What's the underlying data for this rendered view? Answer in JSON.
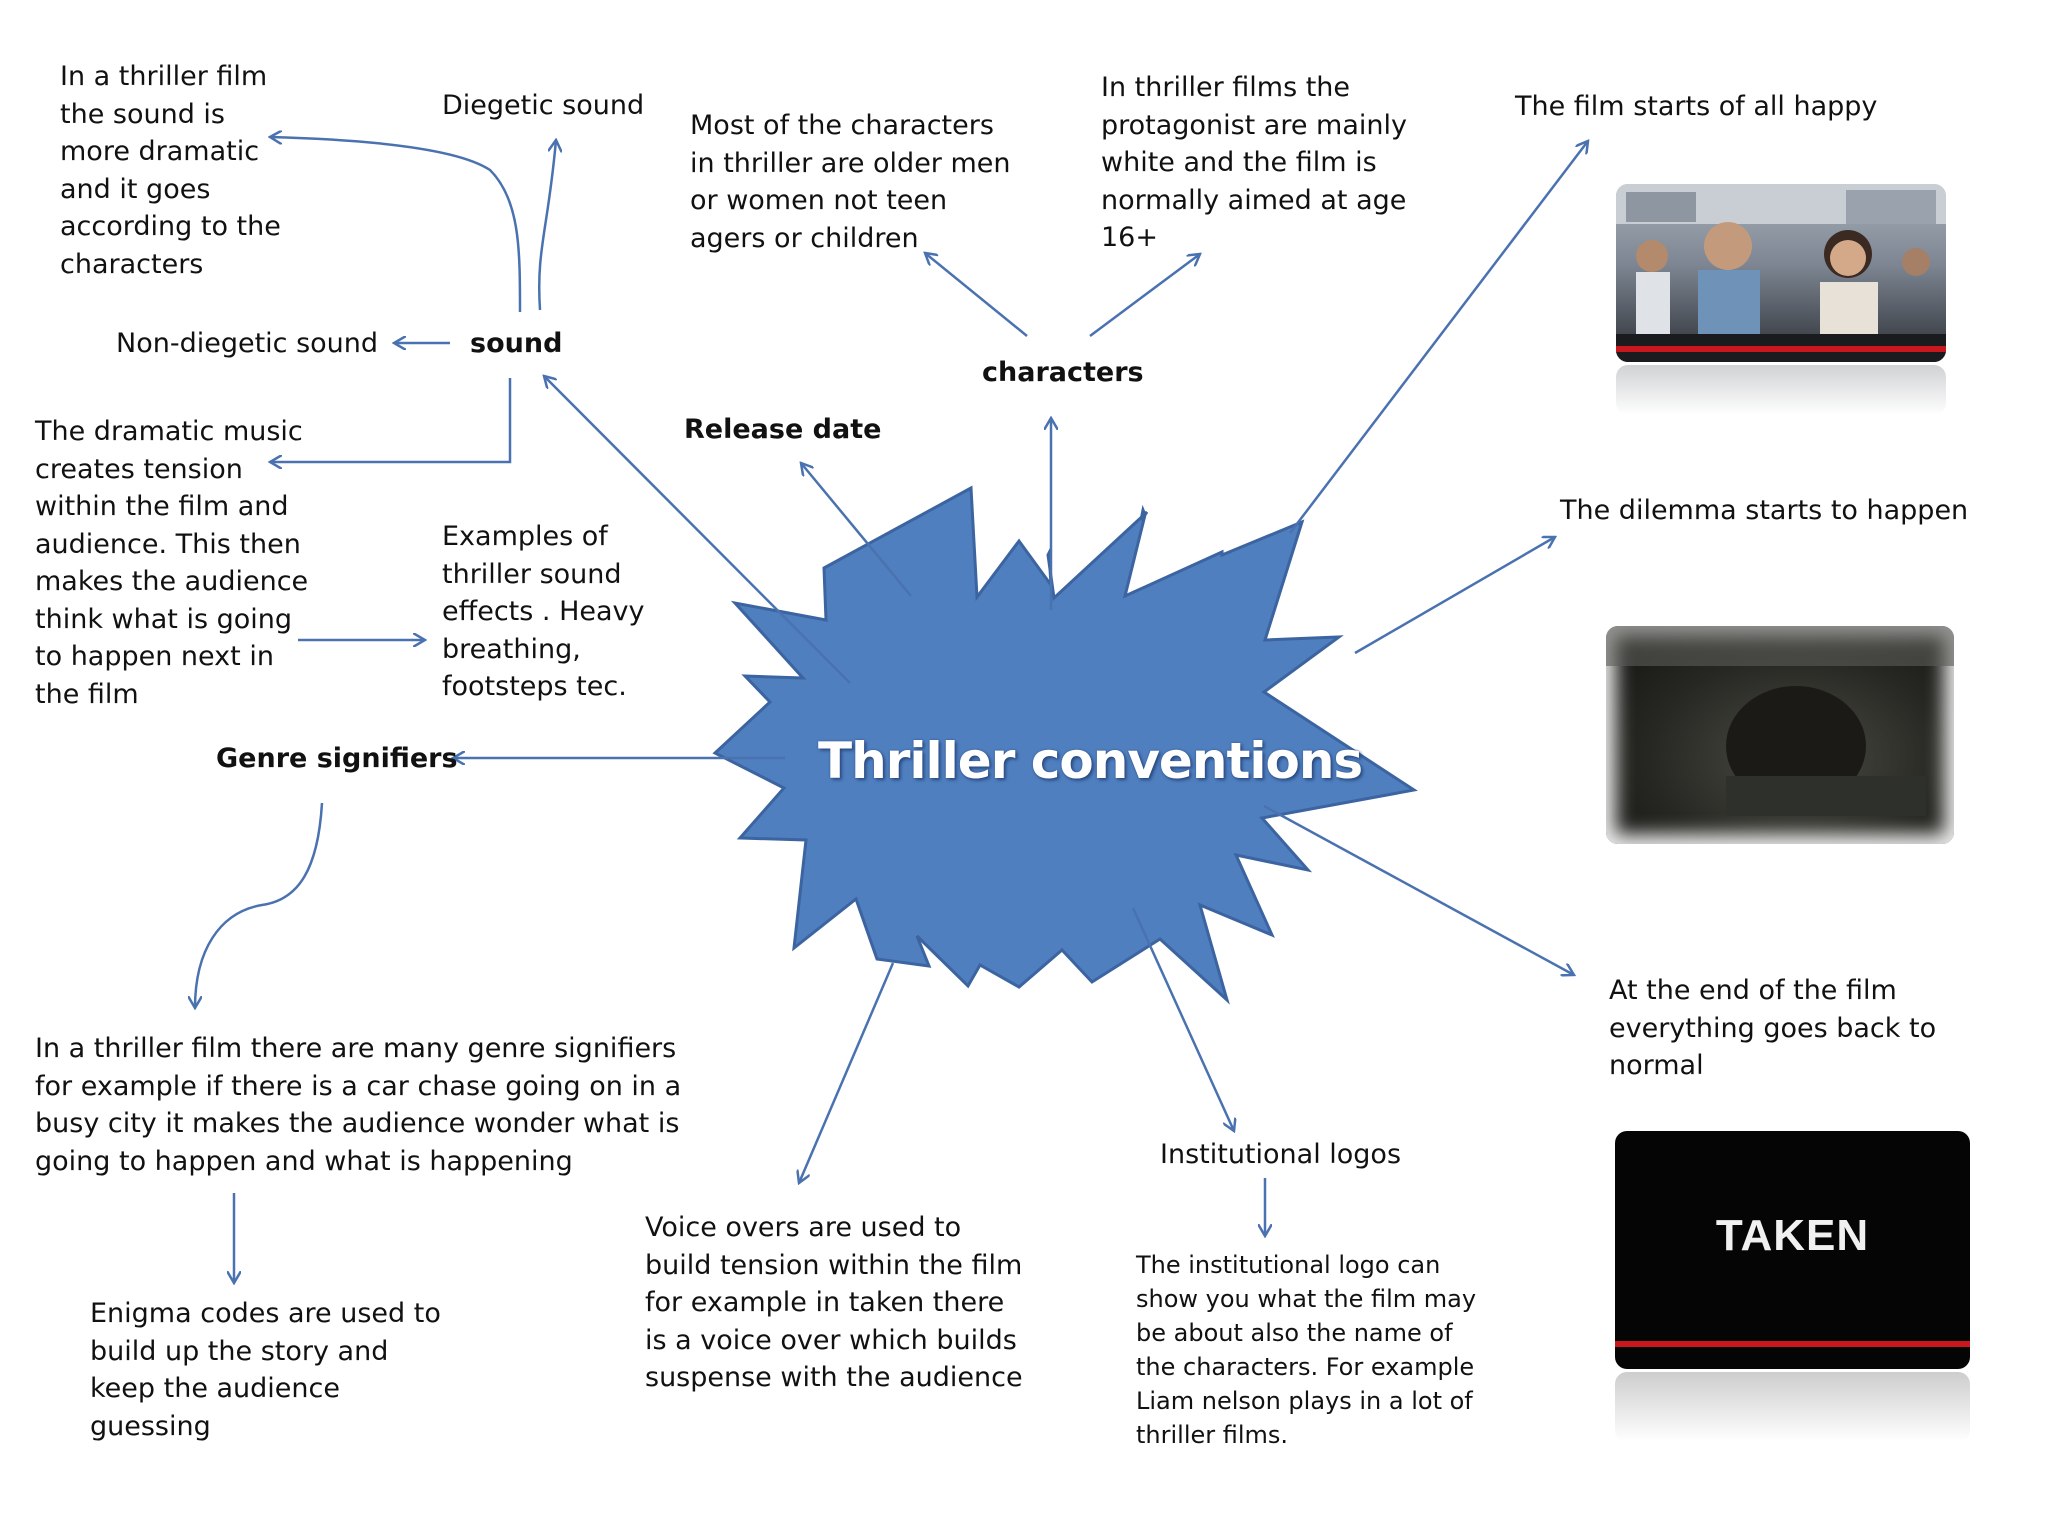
{
  "center": {
    "title": "Thriller conventions"
  },
  "sound": {
    "heading": "sound",
    "diegetic": "Diegetic sound",
    "non_diegetic": "Non-diegetic sound",
    "dramatic_note": "In a thriller film\nthe sound is\nmore dramatic\nand it goes\naccording to the\ncharacters",
    "music_note": "The dramatic music\ncreates tension\nwithin the film and\naudience. This then\nmakes the audience\nthink what is going\nto happen next in\nthe film",
    "examples_note": "Examples of\nthriller sound\neffects . Heavy\nbreathing,\nfootsteps tec."
  },
  "release_date": {
    "heading": "Release date"
  },
  "characters": {
    "heading": "characters",
    "age_note": "Most of the characters\nin thriller are older men\nor women not teen\nagers or children",
    "protagonist_note": "In thriller films the\nprotagonist are mainly\nwhite and the film is\nnormally aimed at age\n16+"
  },
  "genre": {
    "heading": "Genre signifiers",
    "note": "In a thriller film there are many genre signifiers\nfor example if there is a car chase going on in a\nbusy city it makes the audience wonder what is\ngoing to happen and what is happening",
    "enigma_note": "Enigma codes are used to\nbuild up the story and\nkeep the audience\nguessing"
  },
  "voice_over": {
    "note": "Voice overs are used to\nbuild tension within the film\nfor example in taken there\nis a voice over which builds\nsuspense with the audience"
  },
  "logos": {
    "heading": "Institutional  logos",
    "note": "The institutional logo can\nshow you what the film may\nbe about also the name of\nthe characters. For example\nLiam nelson plays in a lot of\nthriller films."
  },
  "narrative": {
    "start": "The film starts of all happy",
    "dilemma": "The dilemma starts to happen",
    "end": "At the end of the film\neverything goes back to\nnormal"
  },
  "stills": {
    "taken_title": "TAKEN"
  },
  "colors": {
    "burst_fill": "#4f7fbf",
    "burst_stroke": "#3b64a0",
    "arrow": "#4a72b0"
  }
}
